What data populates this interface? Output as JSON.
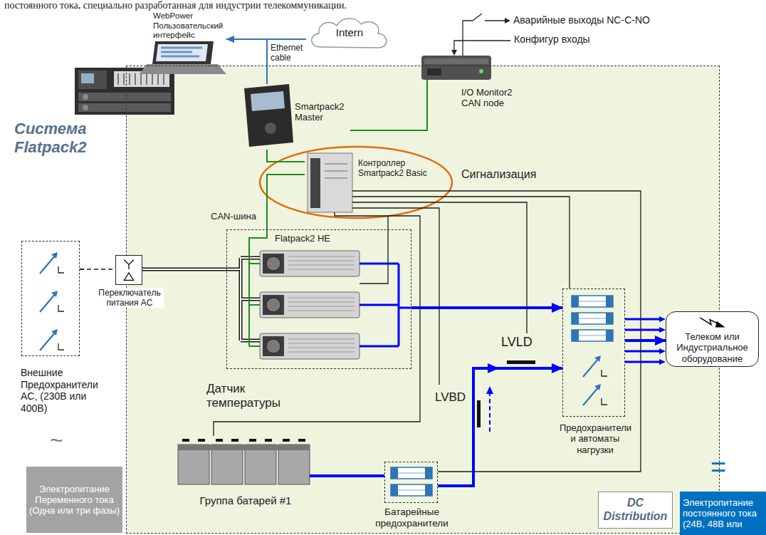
{
  "diagram": {
    "nodes": [
      {
        "text": [
          "WebPower Пользовательский интерфейс"
        ]
      },
      {
        "text": [
          "Intern"
        ]
      },
      {
        "text": [
          "I/O Monitor2 CAN node"
        ]
      },
      {
        "text": [
          "Система Flatpack2"
        ]
      },
      {
        "text": [
          "Smartpack2 Master"
        ],
        "in": 3
      },
      {
        "text": [
          "Контроллер Smartpack2 Basic"
        ],
        "in": 3
      },
      {
        "text": [
          "Flatpack2 HE"
        ],
        "in": 3
      },
      {
        "text": [
          "Внешние Предохранители AC, (230В или 400В)"
        ]
      },
      {
        "text": [
          "Переключатель питания AC"
        ]
      },
      {
        "text": [
          "LVLD"
        ],
        "in": 3
      },
      {
        "text": [
          "Предохранители и автоматы нагрузки"
        ],
        "in": 3
      },
      {
        "text": [
          "Телеком или Индустриальное оборудование"
        ]
      },
      {
        "text": [
          "LVBD"
        ],
        "in": 3
      },
      {
        "text": [
          "Группа батарей #1"
        ],
        "in": 3
      },
      {
        "text": [
          "Батарейные предохранители"
        ],
        "in": 3
      },
      {
        "text": [
          "DC Distribution"
        ],
        "in": 3
      },
      {
        "text": [
          "Электропитание Переменного тока (Одна или три фазы)"
        ]
      },
      {
        "text": [
          "Электропитание постоянного тока (24В, 48В или"
        ]
      }
    ],
    "edges": [
      {
        "from": 1,
        "to": 0,
        "arrow": "to"
      },
      {
        "from": 0,
        "to": 4,
        "arrow": "none",
        "label": "Ethernet cable"
      },
      {
        "from": 4,
        "to": 2,
        "arrow": "none"
      },
      {
        "from": 4,
        "to": 5,
        "arrow": "none"
      },
      {
        "from": 5,
        "to": 6,
        "arrow": "none",
        "label": "CAN-шина"
      },
      {
        "from": 5,
        "to": 6,
        "arrow": "none"
      },
      {
        "from": 5,
        "to": 10,
        "arrow": "none"
      },
      {
        "from": 5,
        "to": 9,
        "arrow": "none"
      },
      {
        "from": 5,
        "to": 12,
        "arrow": "none"
      },
      {
        "from": 5,
        "to": 14,
        "arrow": "none"
      },
      {
        "from": 5,
        "to": 13,
        "arrow": "none"
      },
      {
        "from": 7,
        "to": 8,
        "arrow": "none"
      },
      {
        "from": 8,
        "to": 6,
        "arrow": "none"
      },
      {
        "from": 6,
        "to": 10,
        "arrow": "to"
      },
      {
        "from": 9,
        "to": 10,
        "arrow": "to"
      },
      {
        "from": 13,
        "to": 14,
        "arrow": "none"
      },
      {
        "from": 14,
        "to": 12,
        "arrow": "none"
      },
      {
        "from": 12,
        "to": 9,
        "arrow": "to"
      },
      {
        "from": 10,
        "to": 11,
        "arrow": "to"
      }
    ],
    "labels": [
      "постоянного тока, специально разработанная для индустрии телекоммуникации.",
      "Аварийные выходы NC-C-NO",
      "Конфигур входы",
      "Сигнализация",
      "Датчик температуры",
      "~",
      "="
    ]
  }
}
